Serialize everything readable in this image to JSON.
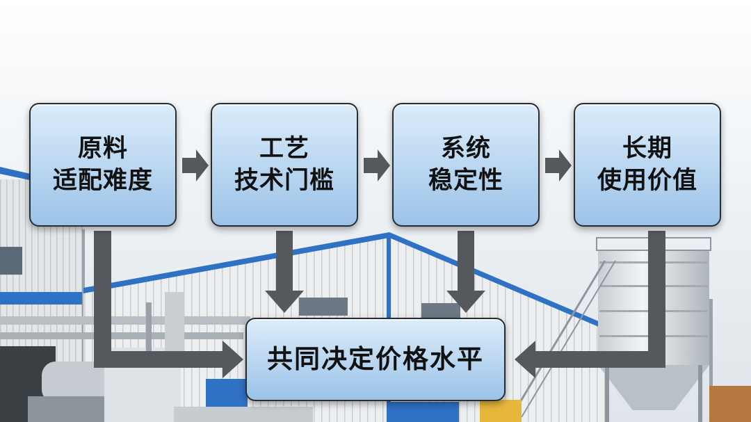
{
  "factors": [
    {
      "line1": "原料",
      "line2": "适配难度"
    },
    {
      "line1": "工艺",
      "line2": "技术门槛"
    },
    {
      "line1": "系统",
      "line2": "稳定性"
    },
    {
      "line1": "长期",
      "line2": "使用价值"
    }
  ],
  "result": {
    "label": "共同决定价格水平"
  },
  "colors": {
    "box_top": "#dcecf9",
    "box_bottom": "#9cc3e8",
    "arrow": "#55595d",
    "sky": "#eef2f6",
    "wall": "#e6e9ec",
    "roof_trim": "#2f72c4"
  },
  "background": "factory-photo"
}
